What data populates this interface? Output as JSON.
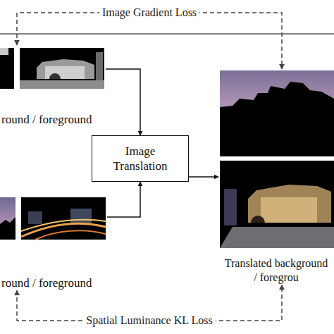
{
  "diagram": {
    "nodes": [
      {
        "text": [
          "round / foreground"
        ]
      },
      {
        "text": [
          "Image Translation"
        ]
      },
      {
        "text": [
          "round / foreground"
        ]
      },
      {
        "text": [
          "Translated background / foregrou"
        ]
      }
    ],
    "edges": [
      {
        "from": 0,
        "to": 1,
        "arrow": "to"
      },
      {
        "from": 2,
        "to": 1,
        "arrow": "to"
      },
      {
        "from": 1,
        "to": 3,
        "arrow": "to"
      },
      {
        "from": 0,
        "to": 3,
        "arrow": "both",
        "label": "Image Gradient Loss"
      },
      {
        "from": 2,
        "to": 3,
        "arrow": "both",
        "label": "Spatial Luminance KL Loss"
      }
    ]
  }
}
